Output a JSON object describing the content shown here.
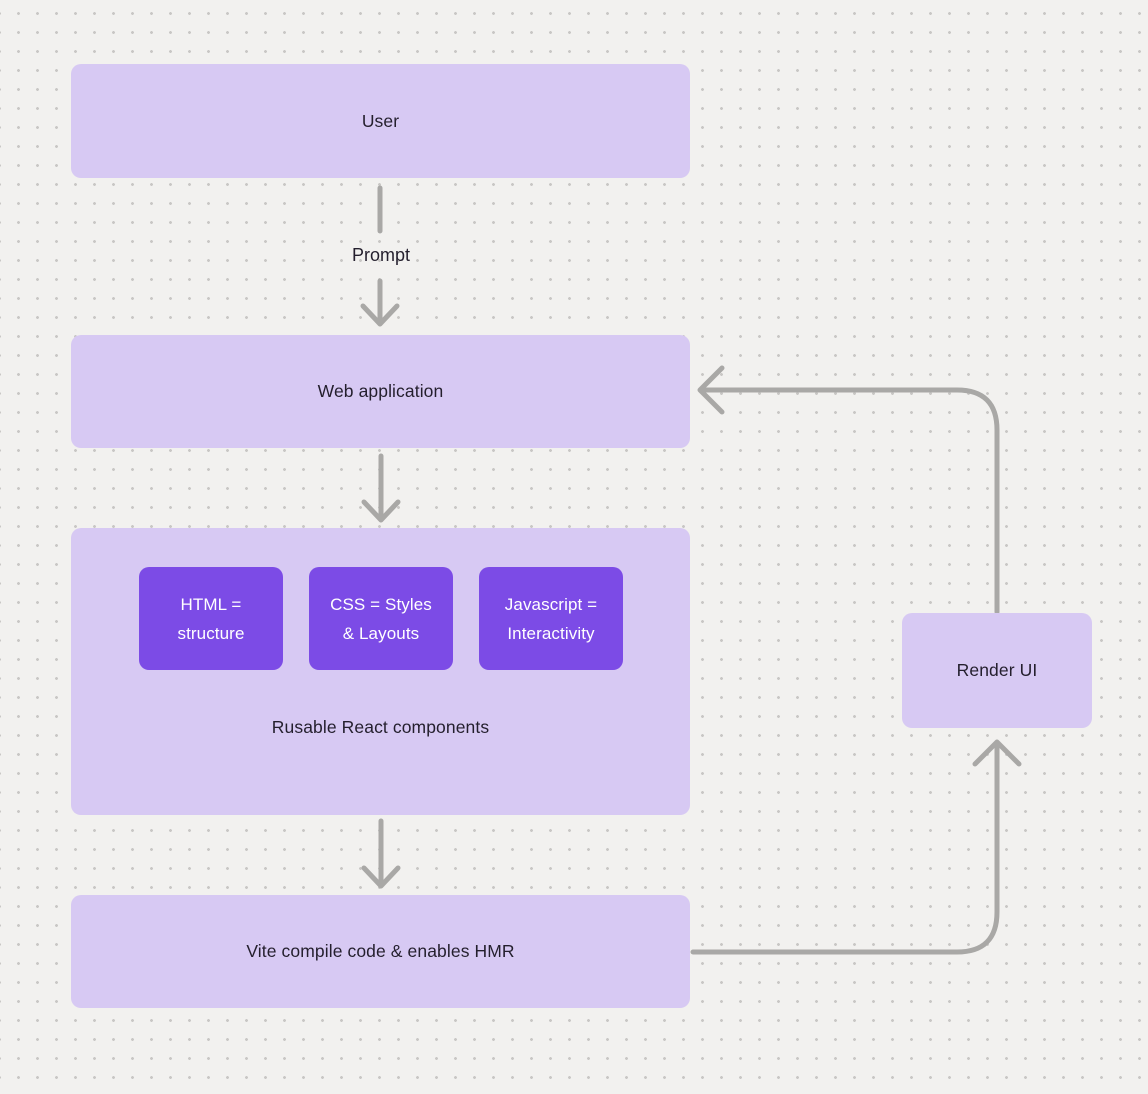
{
  "diagram": {
    "title_hint": "React + Vite web application flow",
    "nodes": {
      "user": {
        "label": "User"
      },
      "web_application": {
        "label": "Web application"
      },
      "components_group": {
        "caption": "Rusable React components",
        "children": {
          "html": {
            "line1": "HTML =",
            "line2": "structure"
          },
          "css": {
            "line1": "CSS = Styles",
            "line2": "& Layouts"
          },
          "javascript": {
            "line1": "Javascript =",
            "line2": "Interactivity"
          }
        }
      },
      "vite": {
        "label": "Vite compile code & enables HMR"
      },
      "render_ui": {
        "label": "Render UI"
      }
    },
    "edges": {
      "user_to_webapp": {
        "label": "Prompt",
        "from": "user",
        "to": "web_application",
        "direction": "down"
      },
      "webapp_to_components": {
        "label": "",
        "from": "web_application",
        "to": "components_group",
        "direction": "down"
      },
      "components_to_vite": {
        "label": "",
        "from": "components_group",
        "to": "vite",
        "direction": "down"
      },
      "vite_to_render": {
        "label": "",
        "from": "vite",
        "to": "render_ui",
        "direction": "right-then-up"
      },
      "render_to_webapp": {
        "label": "",
        "from": "render_ui",
        "to": "web_application",
        "direction": "up-then-left"
      }
    },
    "colors": {
      "background": "#f2f1ef",
      "grid_dot": "#c9c7c5",
      "node_fill": "#d7c9f3",
      "accent_fill": "#7c4be6",
      "accent_text": "#ffffff",
      "text": "#241f2d",
      "arrow": "#a9a8a6"
    }
  }
}
